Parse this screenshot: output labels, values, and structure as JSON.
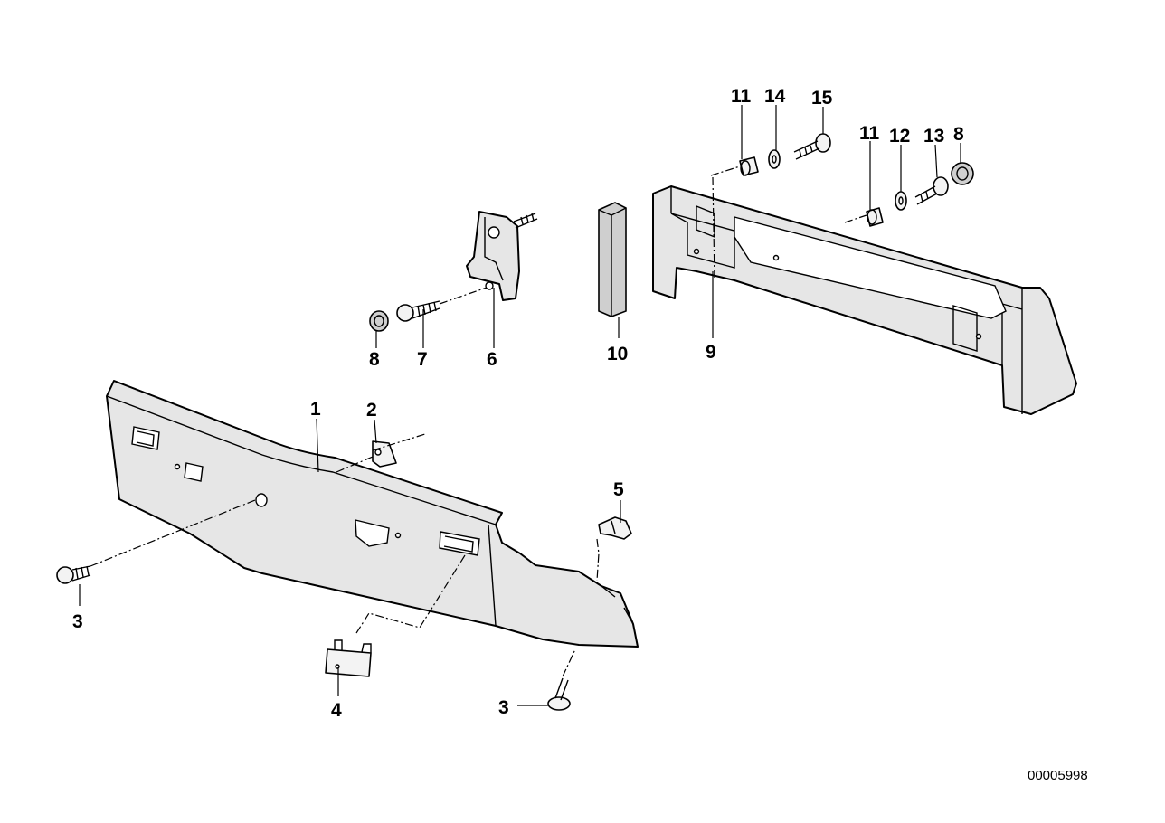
{
  "callouts": {
    "c1": "1",
    "c2": "2",
    "c3_left": "3",
    "c3_bottom": "3",
    "c4": "4",
    "c5": "5",
    "c6": "6",
    "c7": "7",
    "c8_left": "8",
    "c9": "9",
    "c10": "10",
    "c11_top": "11",
    "c14": "14",
    "c15": "15",
    "c11_right": "11",
    "c12": "12",
    "c13": "13",
    "c8_right": "8"
  },
  "document_number": "00005998"
}
